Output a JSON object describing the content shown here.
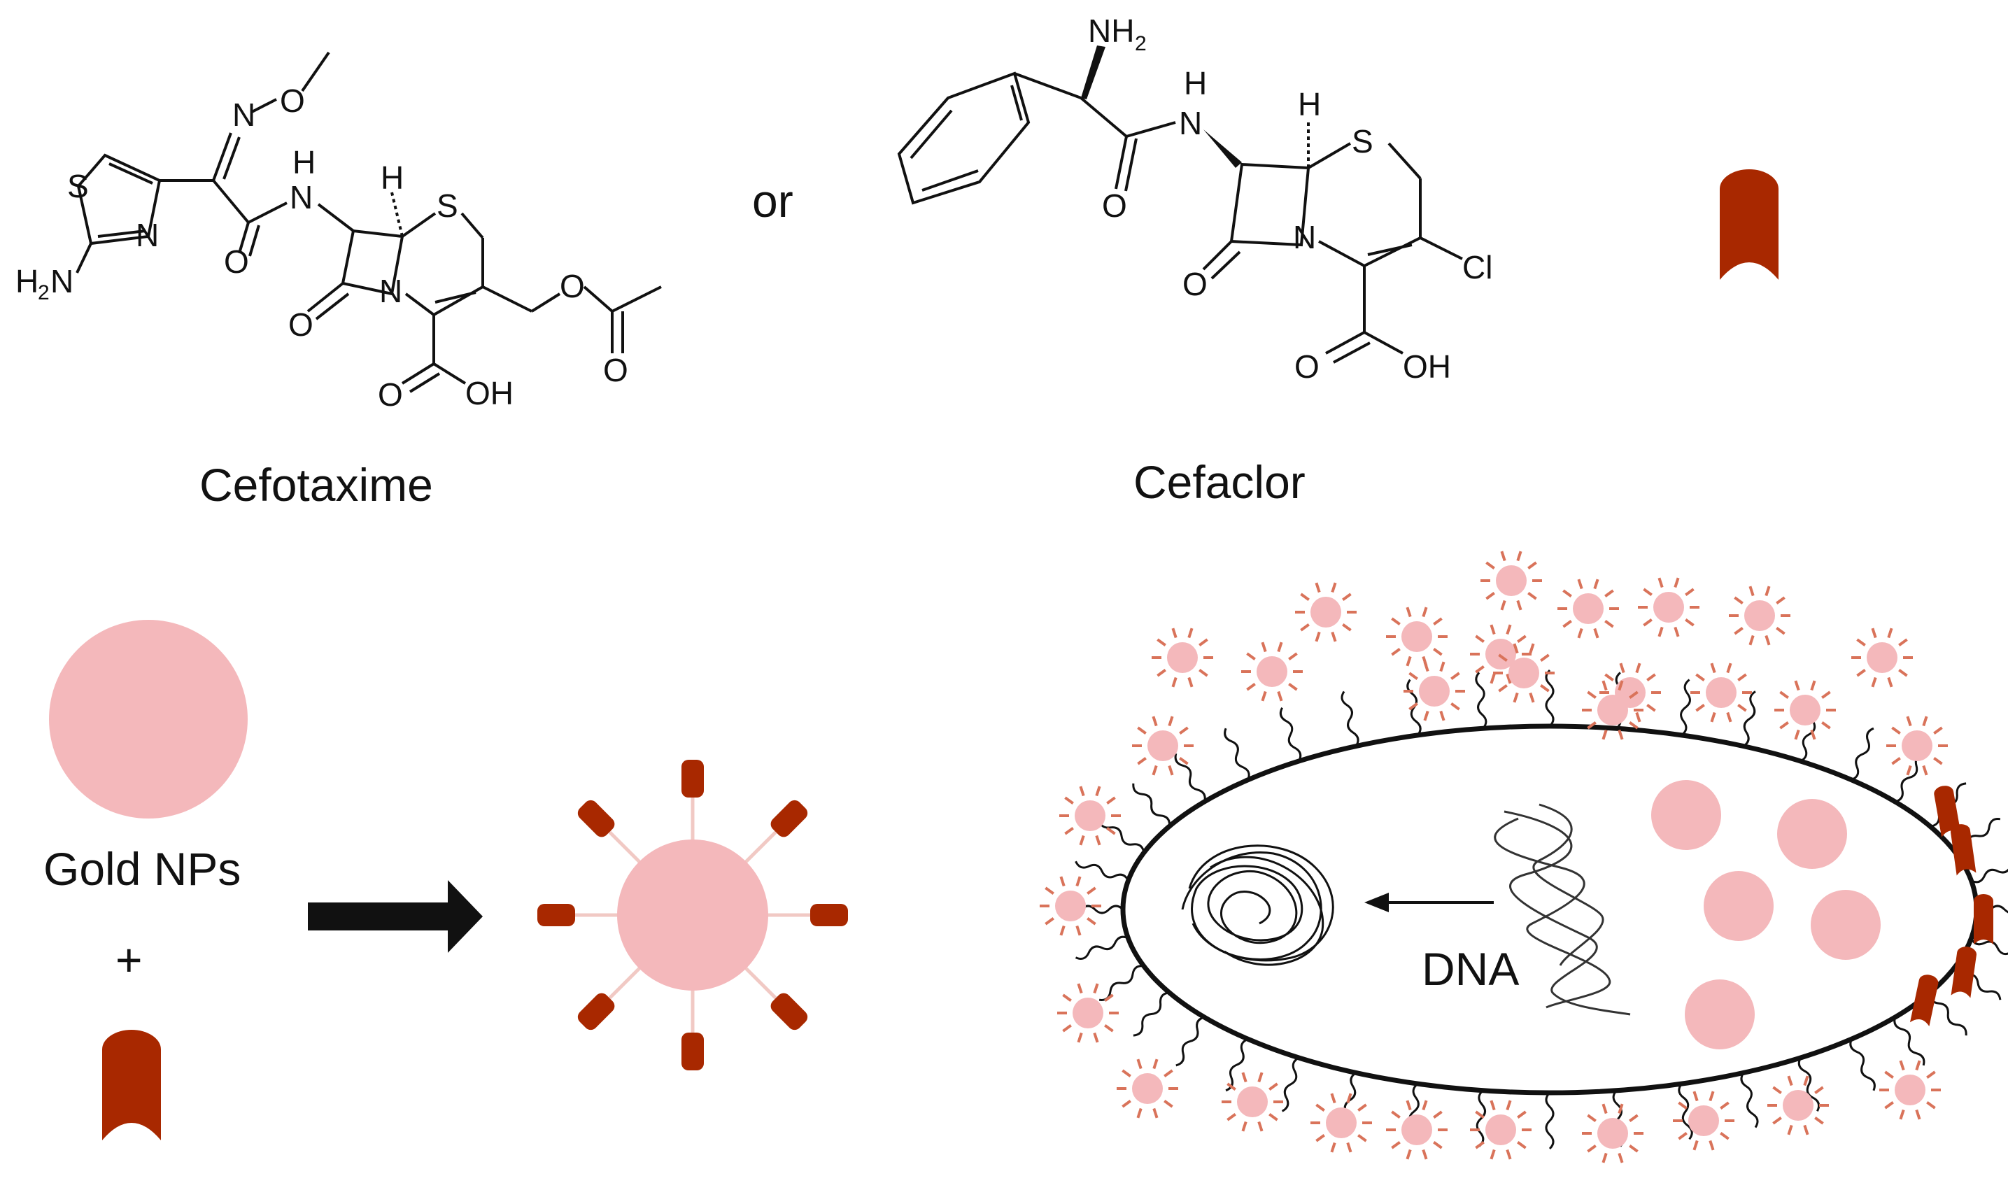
{
  "labels": {
    "or": "or",
    "cefotaxime": "Cefotaxime",
    "cefaclor": "Cefaclor",
    "gold_nps": "Gold NPs",
    "plus": "+",
    "dna": "DNA"
  },
  "atoms": {
    "cefotaxime": {
      "s_ring": "S",
      "n_ring": "N",
      "nh2_h": "H",
      "nh2_n": "N",
      "nh2_sub": "2",
      "n_oxime": "N",
      "o_oxime": "O",
      "o_amide": "O",
      "nh_h": "H",
      "nh_n": "N",
      "h_stereo": "H",
      "s_ceph": "S",
      "n_lactam": "N",
      "o_lactam": "O",
      "o_acid1": "O",
      "oh_acid": "OH",
      "o_ester": "O",
      "o_carbonyl": "O"
    },
    "cefaclor": {
      "nh2_n": "NH",
      "nh2_sub": "2",
      "nh_h": "H",
      "nh_n": "N",
      "h_stereo": "H",
      "s_ceph": "S",
      "o_amide": "O",
      "n_lactam": "N",
      "o_lactam": "O",
      "cl": "Cl",
      "o_acid1": "O",
      "oh_acid": "OH"
    }
  },
  "colors": {
    "gold_np": "#f4b8bb",
    "antibiotic": "#a82800",
    "stroke": "#111111",
    "ray": "#d9735a"
  }
}
